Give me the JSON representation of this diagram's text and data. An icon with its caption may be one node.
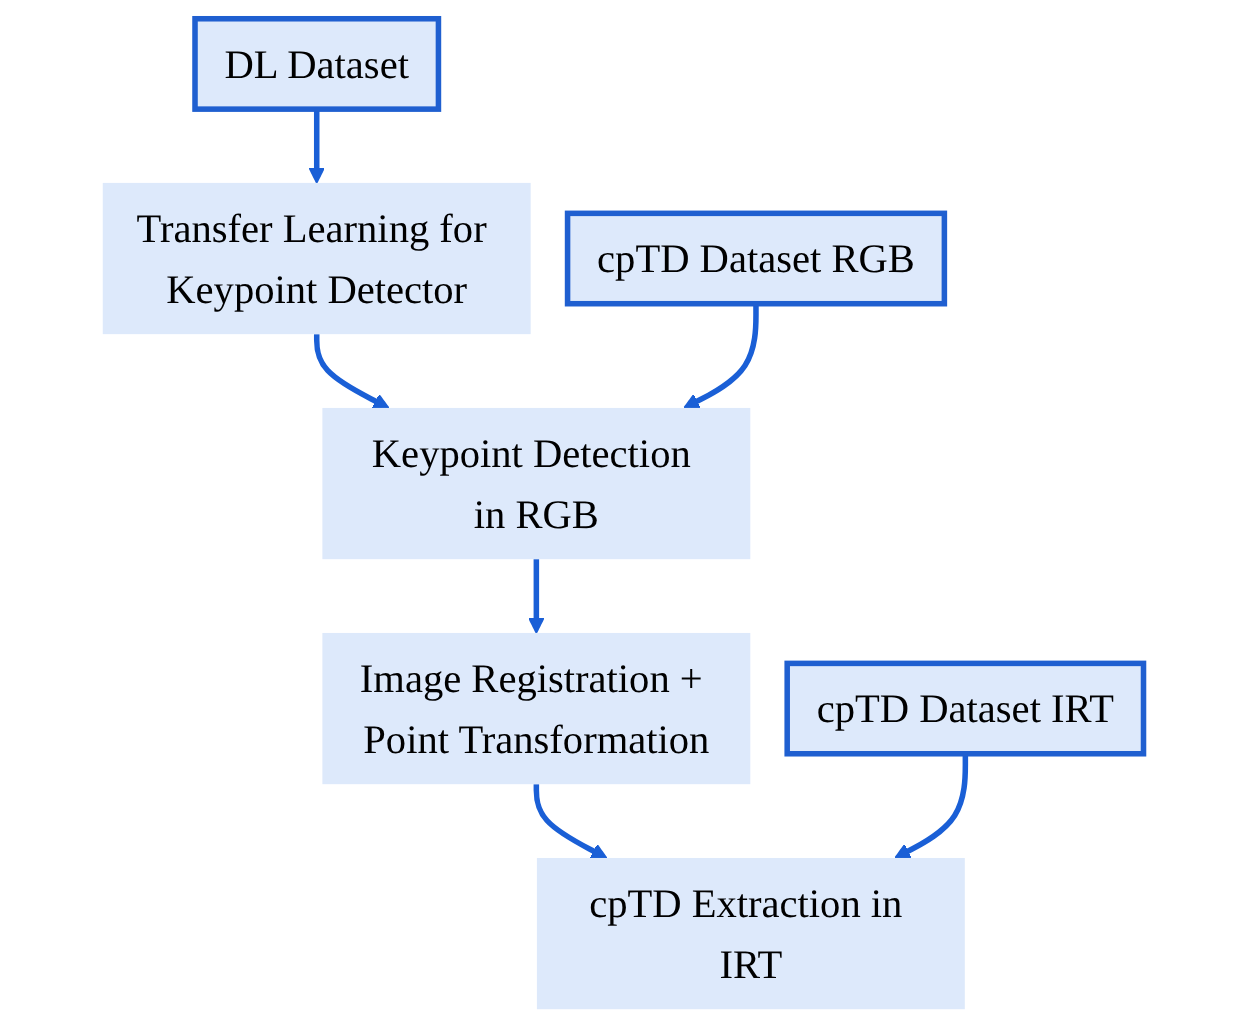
{
  "diagram": {
    "nodes": [
      {
        "text": [
          "DL Dataset"
        ]
      },
      {
        "text": [
          "Transfer Learning for Keypoint Detector"
        ]
      },
      {
        "text": [
          "cpTD Dataset RGB"
        ]
      },
      {
        "text": [
          "Keypoint Detection in RGB"
        ]
      },
      {
        "text": [
          "Image Registration + Point Transformation"
        ]
      },
      {
        "text": [
          "cpTD Dataset IRT"
        ]
      },
      {
        "text": [
          "cpTD Extraction in IRT"
        ]
      }
    ],
    "edges": [
      {
        "from": 0,
        "to": 1,
        "arrow": "to"
      },
      {
        "from": 1,
        "to": 3,
        "arrow": "to"
      },
      {
        "from": 2,
        "to": 3,
        "arrow": "to"
      },
      {
        "from": 3,
        "to": 4,
        "arrow": "to"
      },
      {
        "from": 4,
        "to": 6,
        "arrow": "to"
      },
      {
        "from": 5,
        "to": 6,
        "arrow": "to"
      }
    ]
  }
}
